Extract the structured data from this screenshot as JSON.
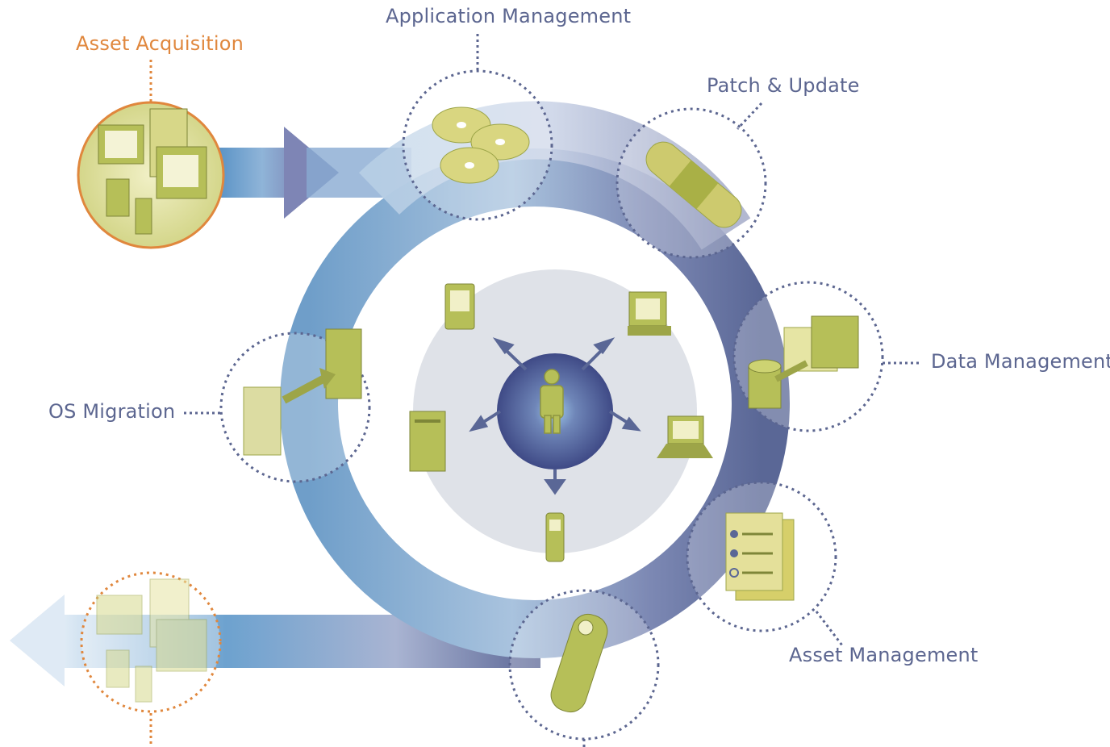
{
  "labels": {
    "application_management": "Application Management",
    "patch_update": "Patch & Update",
    "data_management": "Data Management",
    "asset_management": "Asset Management",
    "os_migration": "OS Migration",
    "asset_acquisition": "Asset Acquisition"
  },
  "colors": {
    "label_blue": "#5c6690",
    "label_orange": "#e0873d",
    "ring_dark": "#5a6796",
    "ring_light": "#c4d4e8",
    "ring_blue": "#6f9ec9",
    "icon_green": "#b6bf58",
    "icon_cream": "#e6e5a4",
    "hub_disc": "#dfe2e8",
    "hub_center": "#4e5a94"
  },
  "icons": {
    "center_user": "user-icon",
    "acquisition": "computer-bundle-icon",
    "disposal": "computer-bundle-icon",
    "application": "disc-icon",
    "patch": "bandage-icon",
    "data": "database-folder-icon",
    "asset": "checklist-icon",
    "remote": "remote-control-icon",
    "migration": "server-transfer-icon"
  }
}
